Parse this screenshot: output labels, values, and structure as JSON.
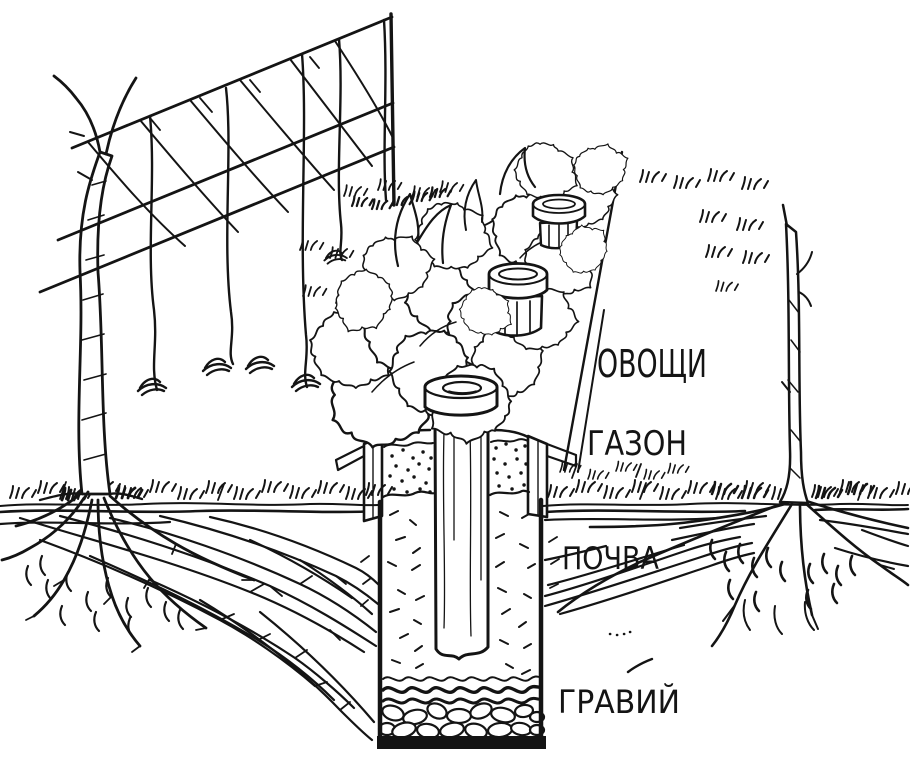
{
  "colors": {
    "ink": "#141414",
    "paper": "#ffffff"
  },
  "labels": {
    "vegetables": "ОВОЩИ",
    "lawn": "ГАЗОН",
    "soil": "ПОЧВА",
    "gravel": "ГРАВИЙ"
  }
}
